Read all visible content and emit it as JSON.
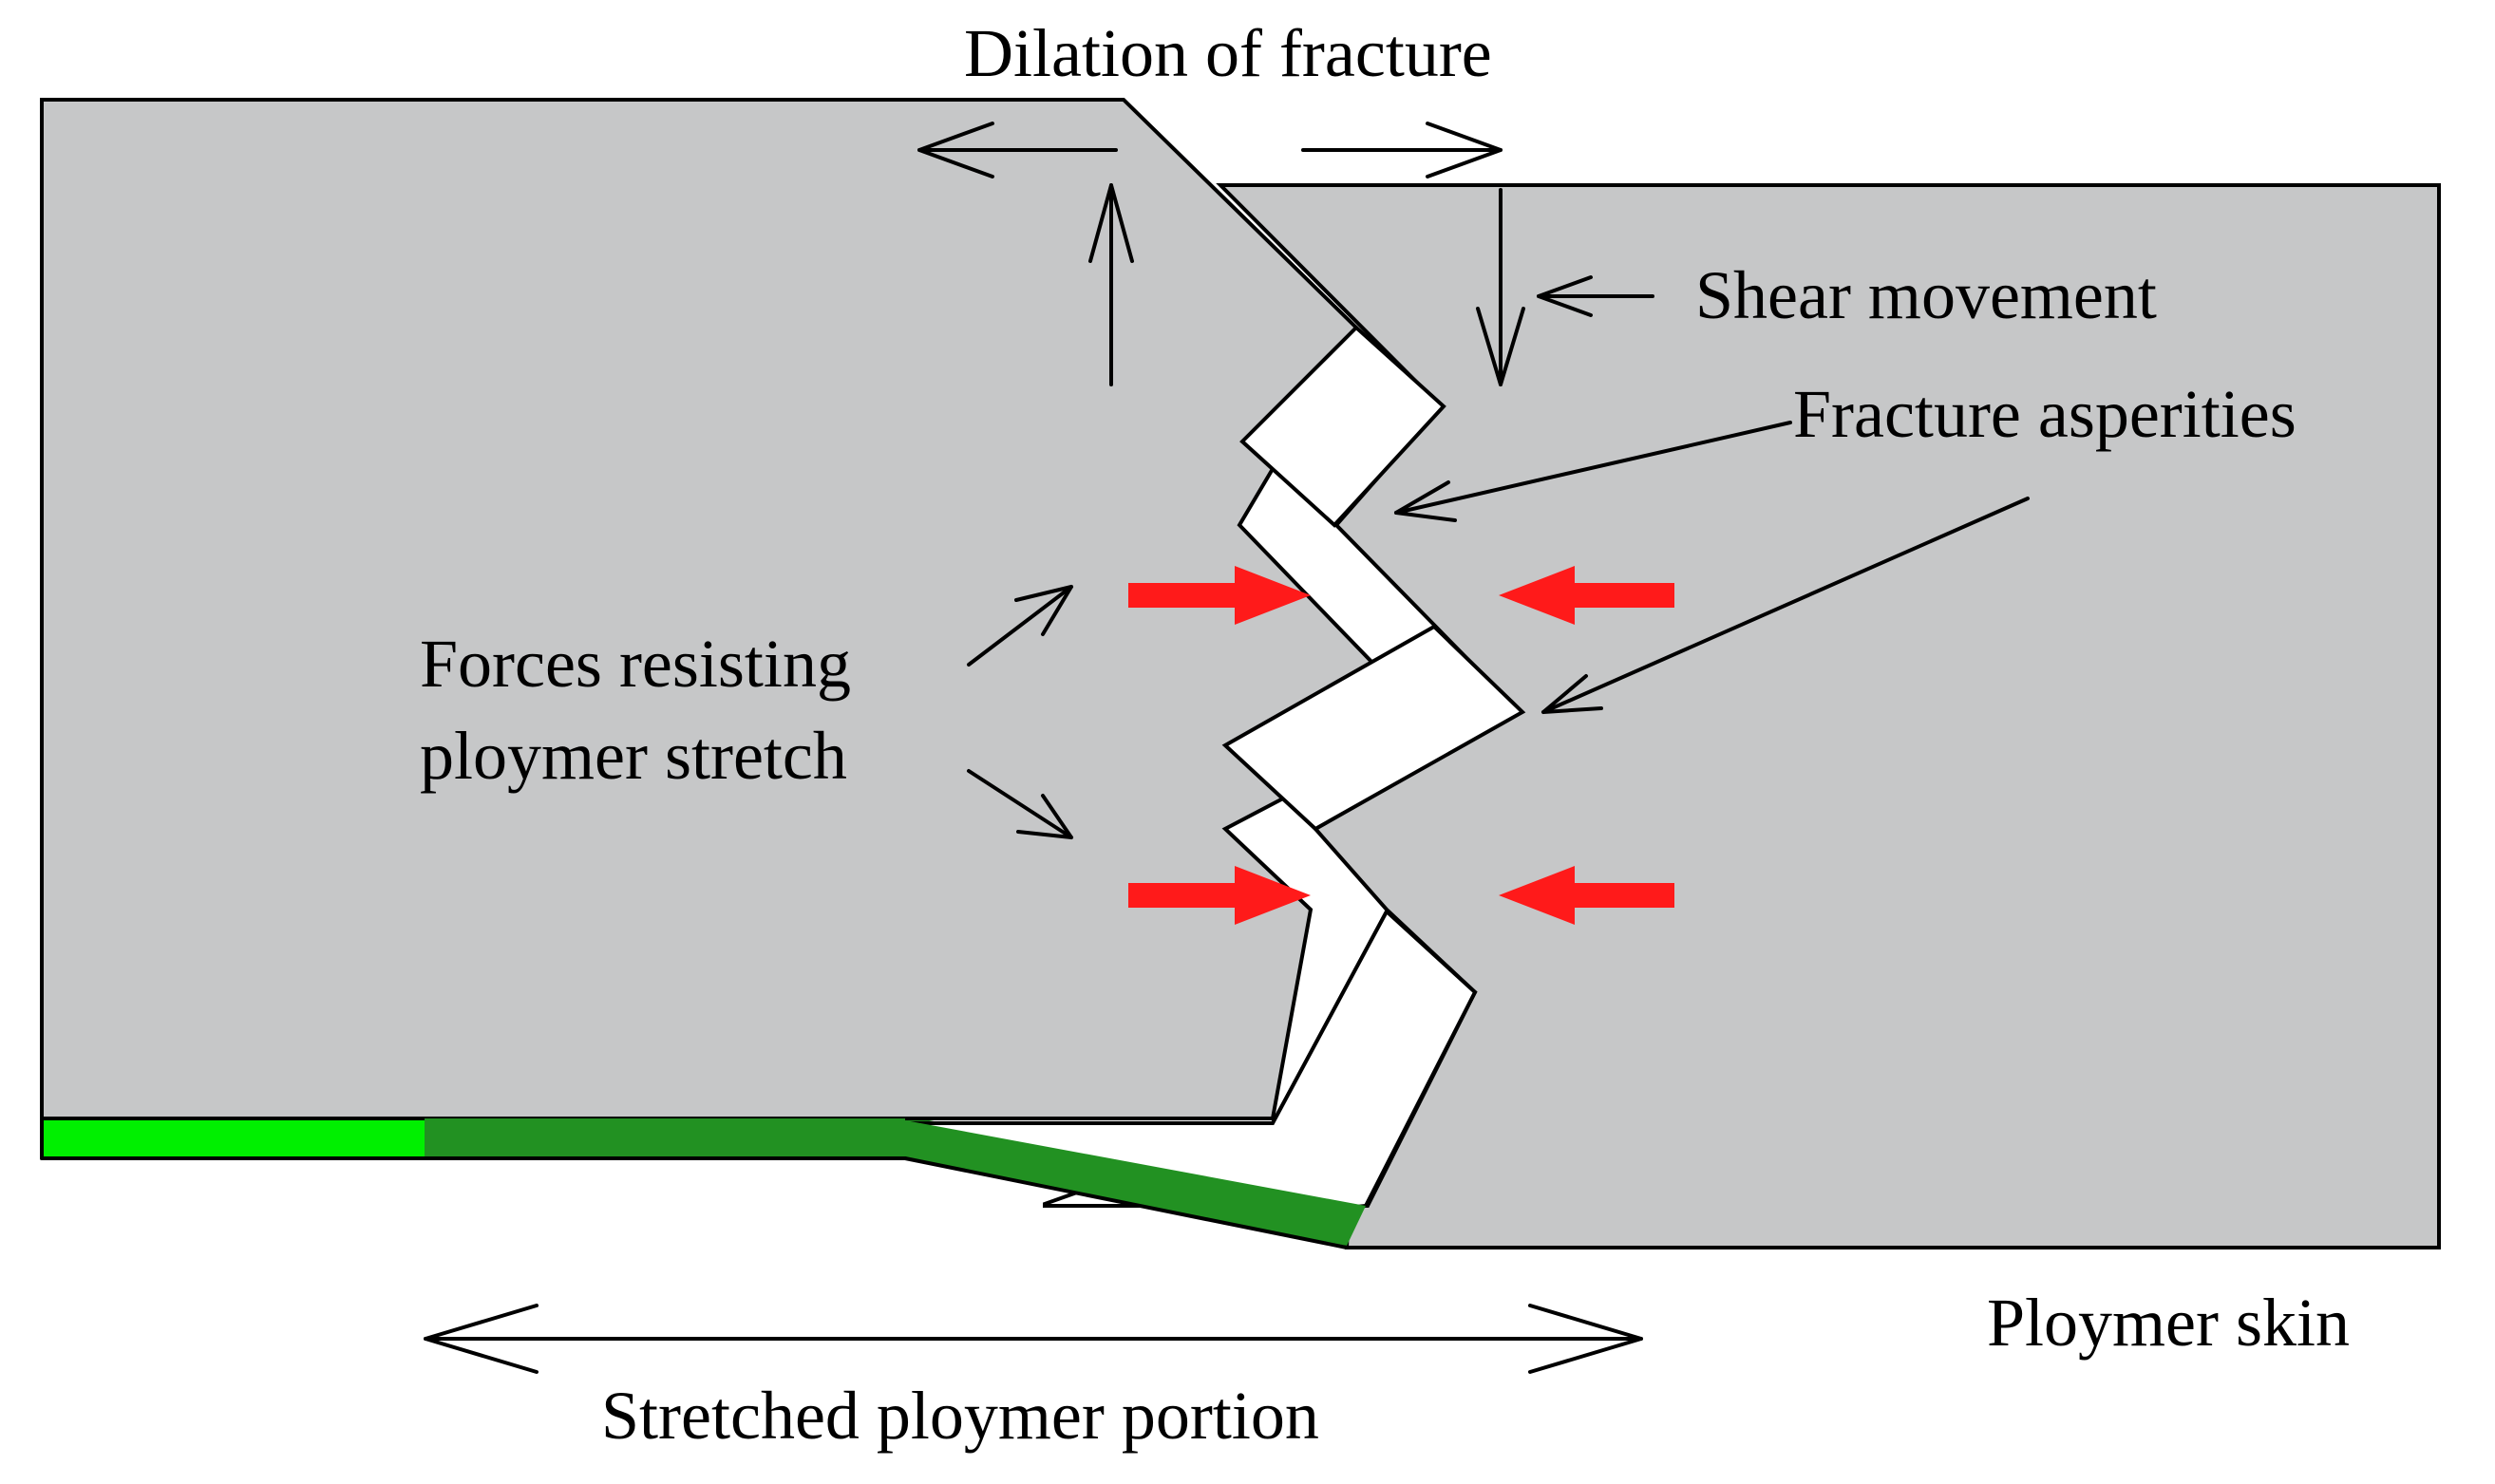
{
  "labels": {
    "dilation": "Dilation of fracture",
    "shear": "Shear movement",
    "asperities": "Fracture asperities",
    "forces_line1": "Forces resisting",
    "forces_line2": "ploymer stretch",
    "skin": "Ploymer skin",
    "stretched": "Stretched ploymer portion"
  },
  "colors": {
    "rock": "#c6c7c8",
    "skin_bright": "#00f000",
    "skin_dark": "#229122",
    "force_arrow": "#ff1a1a",
    "outline": "#000000",
    "gap": "#ffffff"
  }
}
